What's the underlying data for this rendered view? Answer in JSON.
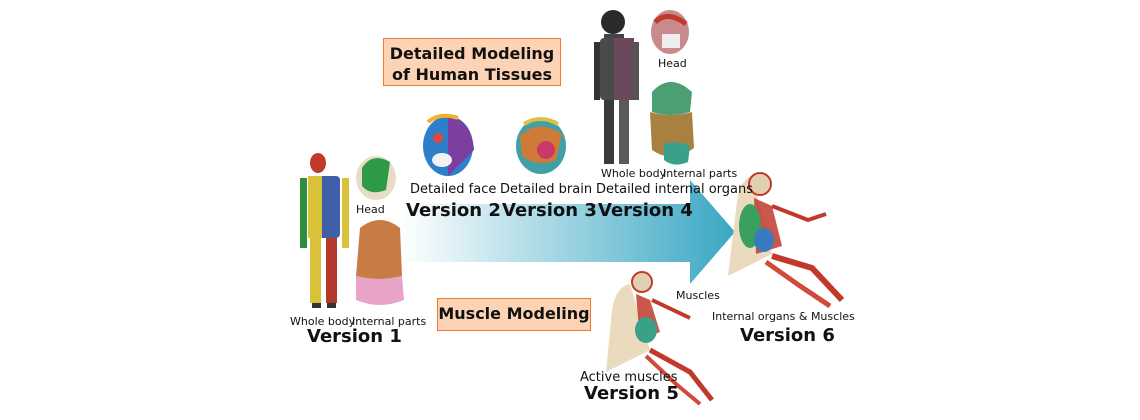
{
  "themes": {
    "tissues_line1": "Detailed Modeling",
    "tissues_line2": "of Human Tissues",
    "muscles": "Muscle Modeling"
  },
  "versions": {
    "v1": {
      "title": "Version 1",
      "whole_body": "Whole body",
      "internal_parts": "Internal parts",
      "head": "Head"
    },
    "v2": {
      "title": "Version 2",
      "caption": "Detailed face"
    },
    "v3": {
      "title": "Version 3",
      "caption": "Detailed brain"
    },
    "v4": {
      "title": "Version 4",
      "caption": "Detailed internal organs",
      "whole_body": "Whole body",
      "internal_parts": "Internal parts",
      "head": "Head"
    },
    "v5": {
      "title": "Version 5",
      "caption": "Active muscles",
      "muscles": "Muscles"
    },
    "v6": {
      "title": "Version 6",
      "caption": "Internal organs & Muscles"
    }
  },
  "colors": {
    "arrow_start": "#ffffff",
    "arrow_end": "#3aa7c4",
    "box_fill": "#fcd3b4",
    "box_border": "#f07a2a"
  }
}
